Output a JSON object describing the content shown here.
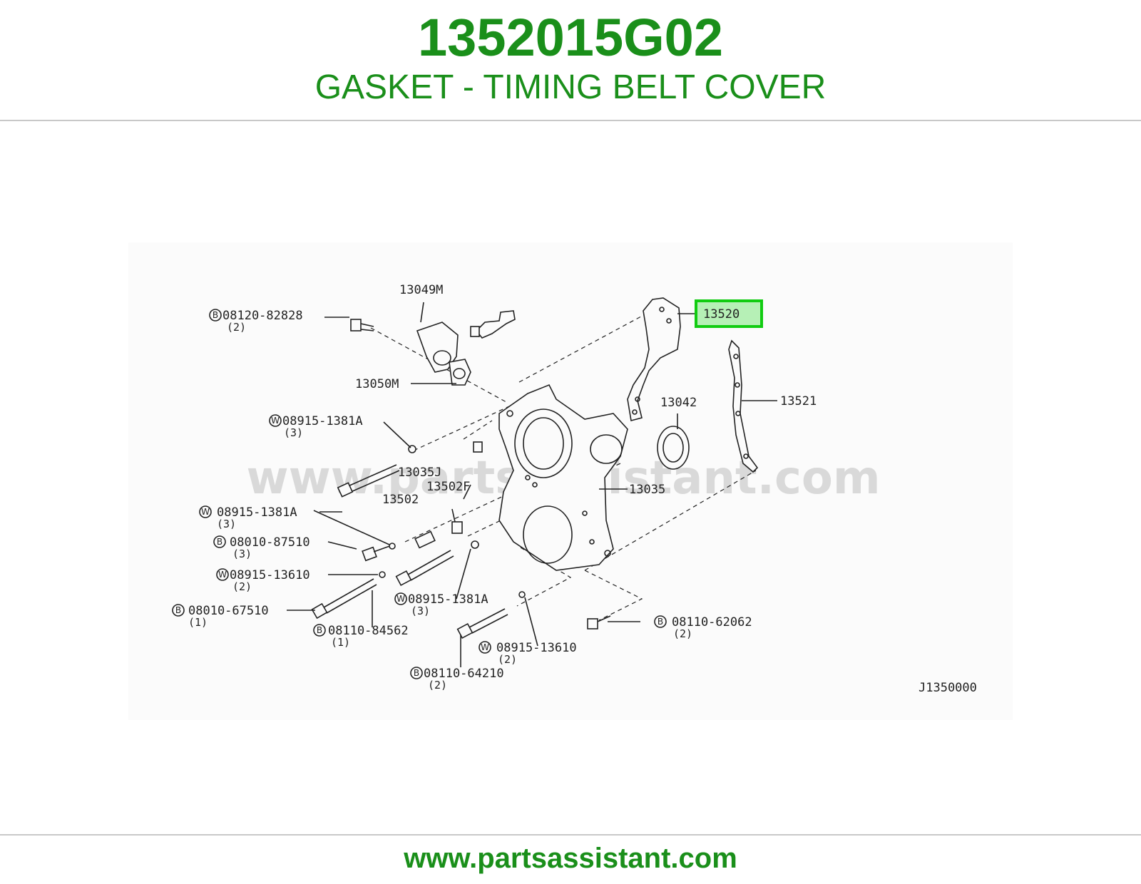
{
  "header": {
    "part_number": "1352015G02",
    "part_description": "GASKET - TIMING BELT COVER"
  },
  "footer": {
    "url": "www.partsassistant.com"
  },
  "watermark": "www.partsassistant.com",
  "colors": {
    "brand_green": "#1a8f1a",
    "highlight_border": "#11cc11",
    "highlight_fill": "#b6f0b6",
    "line": "#222222"
  },
  "diagram": {
    "code": "J1350000",
    "highlighted_part": "13520",
    "labels": {
      "p13049m": "13049M",
      "p13050m": "13050M",
      "p13520": "13520",
      "p13521": "13521",
      "p13042": "13042",
      "p13035j": "13035J",
      "p13502f": "13502F",
      "p13035": "13035",
      "p13502": "13502"
    },
    "callouts": [
      {
        "key": "b1",
        "symbol": "B",
        "number": "08120-82828",
        "qty": "(2)"
      },
      {
        "key": "w1",
        "symbol": "W",
        "number": "08915-1381A",
        "qty": "(3)"
      },
      {
        "key": "w2",
        "symbol": "W",
        "number": "08915-1381A",
        "qty": "(3)"
      },
      {
        "key": "b2",
        "symbol": "B",
        "number": "08010-87510",
        "qty": "(3)"
      },
      {
        "key": "w3",
        "symbol": "W",
        "number": "08915-13610",
        "qty": "(2)"
      },
      {
        "key": "w4",
        "symbol": "W",
        "number": "08915-1381A",
        "qty": "(3)"
      },
      {
        "key": "b3",
        "symbol": "B",
        "number": "08010-67510",
        "qty": "(1)"
      },
      {
        "key": "b4",
        "symbol": "B",
        "number": "08110-84562",
        "qty": "(1)"
      },
      {
        "key": "b5",
        "symbol": "B",
        "number": "08110-62062",
        "qty": "(2)"
      },
      {
        "key": "w5",
        "symbol": "W",
        "number": "08915-13610",
        "qty": "(2)"
      },
      {
        "key": "b6",
        "symbol": "B",
        "number": "08110-64210",
        "qty": "(2)"
      }
    ]
  }
}
